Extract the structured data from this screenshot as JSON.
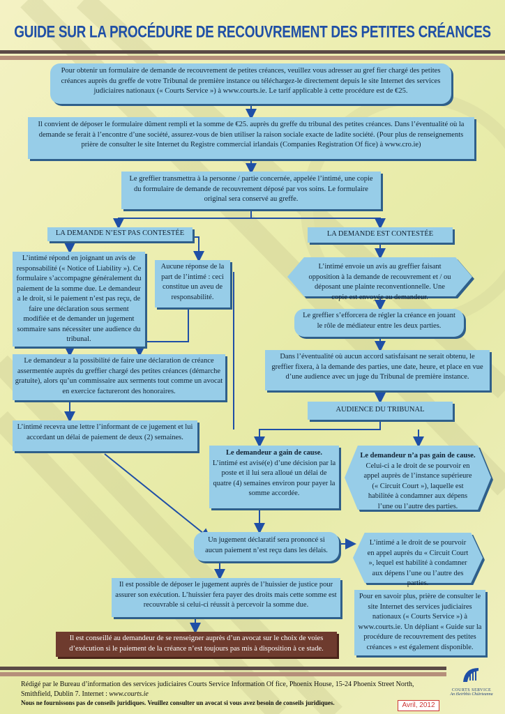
{
  "title": "GUIDE SUR LA PROCÉDURE DE RECOUVREMENT DES PETITES CRÉANCES",
  "boxes": {
    "intro": "Pour obtenir un formulaire de demande de recouvrement de petites créances, veuillez vous adresser au gref fier chargé des petites créances auprès du greffe de votre Tribunal de première instance ou téléchargez-le directement depuis le site Internet des services judiciaires nationaux (« Courts Service ») à www.courts.ie. Le tarif applicable à cette procédure est de  €25.",
    "deposit": "Il convient de déposer le formulaire dûment rempli et la somme de  €25.              auprès du greffe du tribunal des petites créances. Dans l’éventualité où la demande se ferait à l’encontre d’une société, assurez-vous de bien utiliser la raison sociale exacte de ladite société. (Pour plus de renseignements prière de consulter le site Internet du Registre commercial irlandais (Companies Registration Of fice)  à www.cro.ie)",
    "greffier": "Le greffier transmettra à la personne / partie concernée, appelée l’intimé, une copie du formulaire de demande de recouvrement déposé par vos soins. Le formulaire original sera conservé au greffe.",
    "not_contested": "LA DEMANDE N’EST PAS CONTESTÉE",
    "contested": "LA DEMANDE EST CONTESTÉE",
    "liability": "L’intimé répond en joignant un avis de responsabilité (« Notice of Liability »). Ce formulaire s’accompagne généralement du paiement de la somme due. Le demandeur a le droit, si le paiement n’est pas reçu, de faire une déclaration sous serment modifiée et de demander un jugement sommaire sans nécessiter une audience du tribunal.",
    "no_reply": "Aucune réponse de la part de l’intimé : ceci constitue un aveu de responsabilité.",
    "opposition": "L’intimé envoie un avis au greffier faisant opposition à la demande de recouvrement et / ou déposant une plainte reconventionnelle. Une copie est envoyée au demandeur.",
    "mediation": "Le greffier s’efforcera de régler la créance en jouant le rôle de médiateur entre les deux parties.",
    "sworn": "Le demandeur a la possibilité de faire une déclaration de créance assermentée auprès du greffier chargé des petites créances (démarche gratuite), alors qu’un commissaire aux serments tout comme un avocat en exercice factureront des honoraires.",
    "hearing_date": "Dans l’éventualité où aucun accord satisfaisant ne serait obtenu, le greffier fixera, à la demande des parties, une date, heure, et place en vue d’une audience avec un juge du  Tribunal de première instance.",
    "audience": "AUDIENCE DU TRIBUNAL",
    "letter": "L’intimé recevra une lettre l’informant de ce jugement et lui accordant un délai de paiement de deux (2) semaines.",
    "won_title": "Le demandeur a gain de cause.",
    "won_body": "L’intimé est avisé(e) d’une décision par la poste et il lui sera alloué un délai de quatre (4) semaines environ pour payer la somme accordée.",
    "lost_title": "Le demandeur n’a pas gain de cause.",
    "lost_body": "Celui-ci a le droit de se pourvoir en appel auprès de l’instance supérieure (« Circuit Court »), laquelle est habilitée à condamner aux dépens l’une ou l’autre des parties.",
    "declaratory": "Un jugement déclaratif sera prononcé si aucun paiement n’est reçu dans les délais.",
    "appeal": "L’intimé a le droit de se pourvoir en appel auprès du « Circuit Court », lequel est habilité à condamner aux dépens l’une ou l’autre des parties.",
    "bailiff": "Il est possible de déposer le jugement auprès de l’huissier de justice pour assurer son exécution. L’huissier fera payer des droits mais cette somme est recouvrable si celui-ci réussit à percevoir la somme due.",
    "lawyer": "Il est conseillé au demandeur de se renseigner auprès d’un avocat sur le choix de voies d’exécution si le paiement de la créance n’est toujours pas mis à disposition à ce stade.",
    "more_info": "Pour en savoir plus, prière de consulter le site Internet des services judiciaires nationaux (« Courts Service ») à www.courts.ie. Un dépliant « Guide sur la procédure de recouvrement des petites créances » est également disponible."
  },
  "footer": {
    "line1": "Rédigé par le Bureau d’information des services judiciaires Courts Service Information Of fice, Phoenix House, 15-24 Phoenix Street North,",
    "line2_prefix": "Smithfield, Dublin 7. Internet : ",
    "line2_link": "www.courts.ie",
    "line3": "Nous ne fournissons pas de conseils juridiques. Veuillez consulter un avocat si vous avez besoin de conseils juridiques.",
    "date": "Avril, 2012",
    "logo_name": "COURTS SERVICE",
    "logo_irish": "An tSeirbhís Chúirteanna"
  },
  "colors": {
    "title": "#1f4fa6",
    "box": "#97cde8",
    "box_shadow": "#2f5f8a",
    "arrow": "#1f4fa6",
    "dark_box": "#6e3b2e",
    "band_dark": "#5a4a46",
    "band_light": "#b58f7a"
  }
}
